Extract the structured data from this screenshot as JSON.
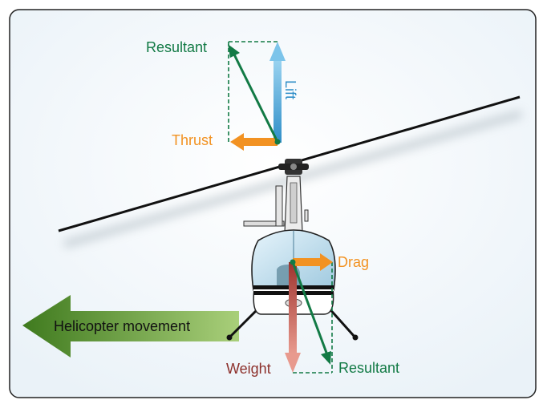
{
  "labels": {
    "resultant_top": "Resultant",
    "lift": "Lift",
    "thrust": "Thrust",
    "drag": "Drag",
    "weight": "Weight",
    "resultant_bottom": "Resultant",
    "movement": "Helicopter movement"
  },
  "colors": {
    "resultant": "#127a45",
    "lift": "#4aa7d8",
    "thrust": "#f29222",
    "drag": "#f29222",
    "weight": "#b0413b",
    "movement_arrow": "#5a8f2a",
    "rotor": "#111111",
    "background": "#f2f7fb"
  }
}
